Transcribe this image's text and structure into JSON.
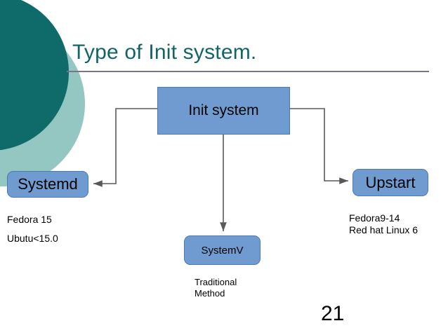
{
  "slide": {
    "title": "Type of Init system.",
    "page_number": "21",
    "colors": {
      "title_text": "#156464",
      "title_rule": "#7b7389",
      "node_fill": "#6f9bd1",
      "node_border": "#4a7ab4",
      "connector": "#595959",
      "circle_dark": "#0e6b69",
      "circle_light": "#94c6c2",
      "background": "#ffffff",
      "caption_text": "#000000"
    }
  },
  "decoration": {
    "circle_dark_name": "dark-teal-circle",
    "circle_light_name": "light-teal-circle"
  },
  "diagram": {
    "root": {
      "label": "Init system"
    },
    "branches": [
      {
        "id": "systemd",
        "label": "Systemd",
        "caption": "Fedora 15\nUbutu<15.0"
      },
      {
        "id": "systemv",
        "label": "SystemV",
        "caption": "Traditional\nMethod"
      },
      {
        "id": "upstart",
        "label": "Upstart",
        "caption": "Fedora9-14\nRed hat Linux 6"
      }
    ],
    "connectors": [
      {
        "id": "init-to-systemd",
        "name": "connector-init-to-systemd"
      },
      {
        "id": "init-to-systemv",
        "name": "connector-init-to-systemv"
      },
      {
        "id": "init-to-upstart",
        "name": "connector-init-to-upstart"
      }
    ]
  }
}
